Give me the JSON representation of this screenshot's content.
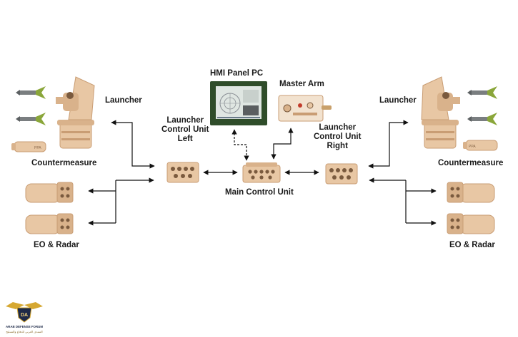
{
  "labels": {
    "hmi_panel_pc": "HMI Panel PC",
    "master_arm": "Master Arm",
    "launcher_left": "Launcher",
    "launcher_right": "Launcher",
    "countermeasure_left": "Countermeasure",
    "countermeasure_right": "Countermeasure",
    "eo_radar_left": "EO & Radar",
    "eo_radar_right": "EO & Radar",
    "lcu_left": [
      "Launcher",
      "Control Unit",
      "Left"
    ],
    "lcu_right": [
      "Launcher",
      "Control Unit",
      "Right"
    ],
    "main_control_unit": "Main Control Unit"
  },
  "logo": {
    "monogram": "DA",
    "name": "ARAB DEFENSE FORUM",
    "arabic": "المنتدى العربي للدفاع والتسليح"
  },
  "colors": {
    "equipment_tan": "#e8c7a4",
    "equipment_shadow": "#c99d74",
    "equipment_dark": "#7a5a3e",
    "screen_frame": "#2f4d2a",
    "screen": "#dfe6e2",
    "wire": "#111111",
    "missile_green": "#6f7a3c"
  }
}
